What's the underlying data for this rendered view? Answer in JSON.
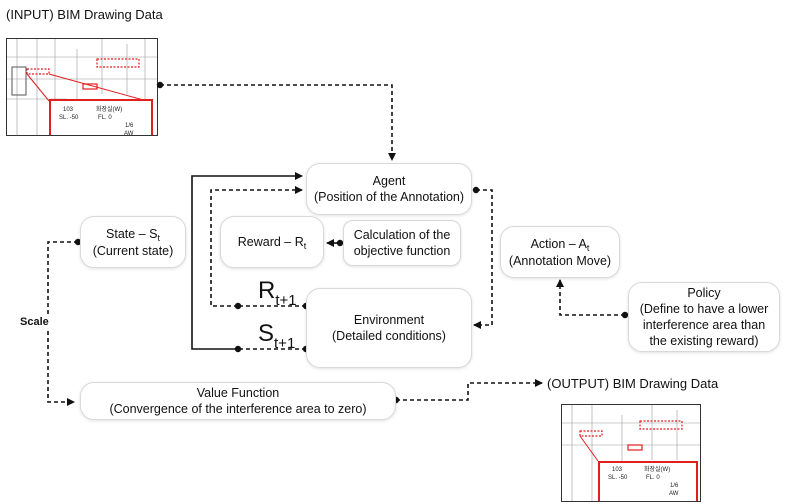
{
  "input_title": "(INPUT) BIM Drawing Data",
  "output_title": "(OUTPUT) BIM Drawing Data",
  "agent": {
    "line1": "Agent",
    "line2": "(Position of the Annotation)"
  },
  "state": {
    "line1_main": "State – S",
    "line1_sub": "t",
    "line2": "(Current state)"
  },
  "reward": {
    "main": "Reward – R",
    "sub": "t"
  },
  "calculation": {
    "line1": "Calculation of the",
    "line2": "objective function"
  },
  "action": {
    "line1_main": "Action – A",
    "line1_sub": "t",
    "line2": "(Annotation Move)"
  },
  "environment": {
    "line1": "Environment",
    "line2": "(Detailed conditions)"
  },
  "policy": {
    "line1": "Policy",
    "line2": "(Define to have a lower",
    "line3": "interference area than",
    "line4": "the existing reward)"
  },
  "value_function": {
    "line1": "Value Function",
    "line2": "(Convergence of the interference area to zero)"
  },
  "r_next": {
    "main": "R",
    "sub": "t+1"
  },
  "s_next": {
    "main": "S",
    "sub": "t+1"
  },
  "scale_label": "Scale",
  "drawing_card": {
    "room_no": "103",
    "room_sl": "SL. -50",
    "room_name": "화장실(W)",
    "room_fl": "FL. 0",
    "scale": "1/6",
    "code": "AW"
  },
  "colors": {
    "highlight": "#e21e1e",
    "arrow": "#111111"
  }
}
